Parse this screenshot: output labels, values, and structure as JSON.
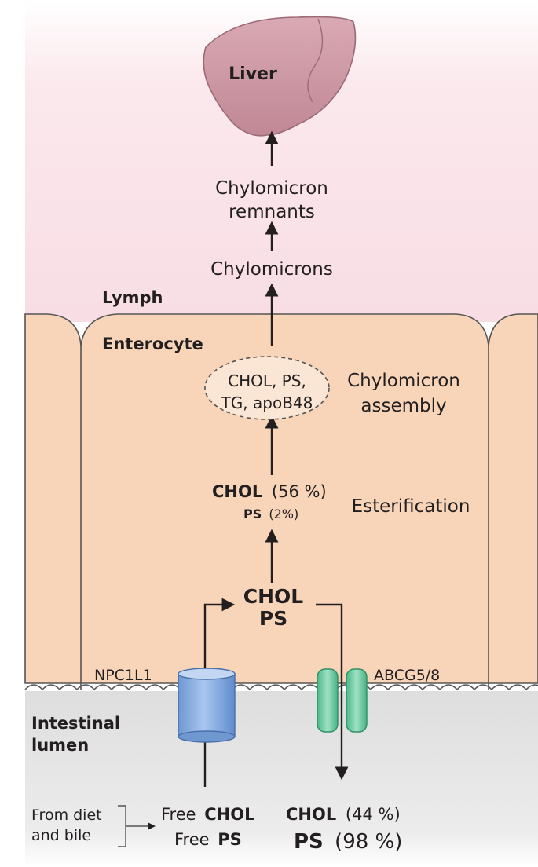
{
  "regions": {
    "lymph": "Lymph",
    "enterocyte": "Enterocyte",
    "lumen_line1": "Intestinal",
    "lumen_line2": "lumen"
  },
  "organ": {
    "liver": "Liver"
  },
  "pathway": {
    "remnants_line1": "Chylomicron",
    "remnants_line2": "remnants",
    "chylomicrons": "Chylomicrons",
    "assembly_line1": "CHOL, PS,",
    "assembly_line2": "TG, apoB48",
    "assembly_label_line1": "Chylomicron",
    "assembly_label_line2": "assembly",
    "esterification": "Esterification",
    "ester_chol": "CHOL",
    "ester_chol_pct": "(56 %)",
    "ester_ps": "PS",
    "ester_ps_pct": "(2%)",
    "free_chol": "CHOL",
    "free_ps": "PS"
  },
  "transporters": {
    "npc1l1": "NPC1L1",
    "abcg": "ABCG5/8"
  },
  "lumen": {
    "source_line1": "From diet",
    "source_line2": "and bile",
    "free_prefix": "Free",
    "free_chol": "CHOL",
    "free_ps": "PS",
    "efflux_chol": "CHOL",
    "efflux_chol_pct": "(44 %)",
    "efflux_ps": "PS",
    "efflux_ps_pct": "(98 %)"
  },
  "colors": {
    "lymph_bg": "#f9e0e6",
    "enterocyte_bg": "#f8d4b9",
    "lumen_bg": "#e3e3e3",
    "liver": "#cc9aa6",
    "npc1l1": "#8fb3e3",
    "abcg": "#79d1ad"
  }
}
